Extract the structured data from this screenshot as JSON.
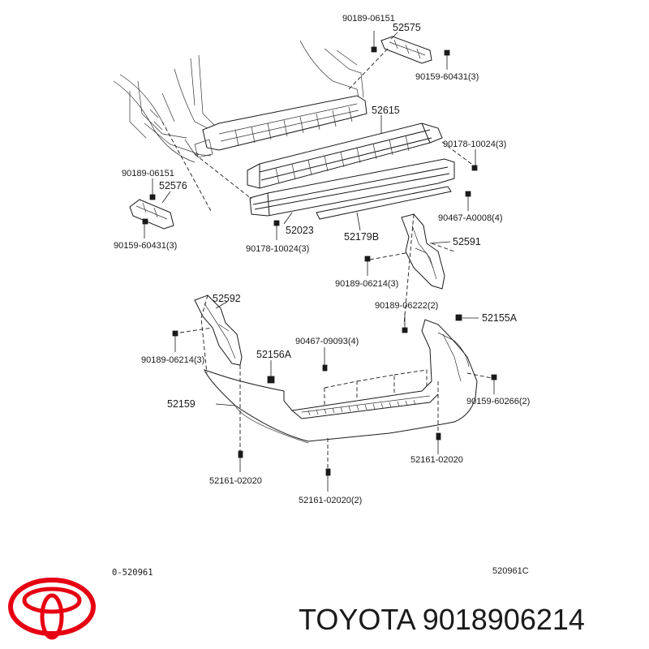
{
  "parts": {
    "p1": "90189-06151",
    "p2": "52575",
    "p3": "90159-60431(3)",
    "p4": "52615",
    "p5": "90178-10024(3)",
    "p6": "90189-06151",
    "p7": "52576",
    "p8": "90467-A0008(4)",
    "p9": "52023",
    "p10": "52179B",
    "p11": "90159-60431(3)",
    "p12": "90178-10024(3)",
    "p13": "52591",
    "p14": "90189-06214(3)",
    "p15": "52592",
    "p16": "90189-06222(2)",
    "p17": "52155A",
    "p18": "90467-09093(4)",
    "p19": "90189-06214(3)",
    "p20": "52156A",
    "p21": "90159-60266(2)",
    "p22": "52159",
    "p23": "52161-02020",
    "p24": "52161-02020",
    "p25": "52161-02020(2)"
  },
  "diagram_code_left": "0-520961",
  "diagram_code_right": "520961C",
  "brand": {
    "logo_text": "TOYOTA",
    "caption": "TOYOTA 9018906214",
    "logo_color": "#e60012"
  }
}
